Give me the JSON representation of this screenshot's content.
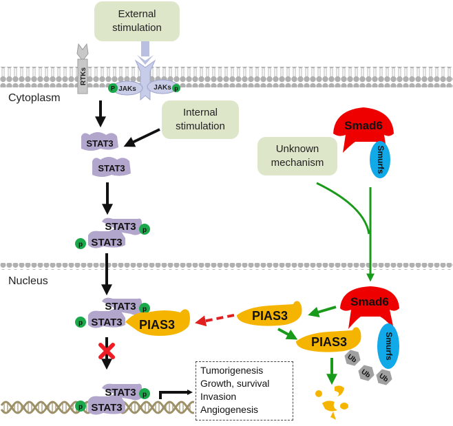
{
  "regions": {
    "cytoplasm": "Cytoplasm",
    "nucleus": "Nucleus"
  },
  "stimuli": {
    "external": "External\nstimulation",
    "internal": "Internal\nstimulation",
    "unknown": "Unknown\nmechanism"
  },
  "receptors": {
    "rtks": "RTKs",
    "jak_left": "JAKs",
    "jak_right": "JAKs",
    "phospho_left": "P",
    "phospho_right": "p"
  },
  "proteins": {
    "stat3": "STAT3",
    "pias3": "PIAS3",
    "smad6": "Smad6",
    "smurfs": "Smurfs",
    "phospho": "p",
    "ubiquitin": "Ub"
  },
  "outcomes": [
    "Tumorigenesis",
    "Growth, survival",
    "Invasion",
    "Angiogenesis"
  ],
  "colors": {
    "stimulus_box": "#dde6c9",
    "stat3": "#b3a6cc",
    "phospho": "#1aa84a",
    "pias3": "#f5b400",
    "smad6": "#ee0000",
    "smurfs": "#12a9e8",
    "ubiquitin": "#a0a0a0",
    "activation_arrow": "#1a9a1a",
    "inhibition_arrow": "#e02020",
    "membrane": "#b0b0b0",
    "dna": "#9c9068"
  }
}
